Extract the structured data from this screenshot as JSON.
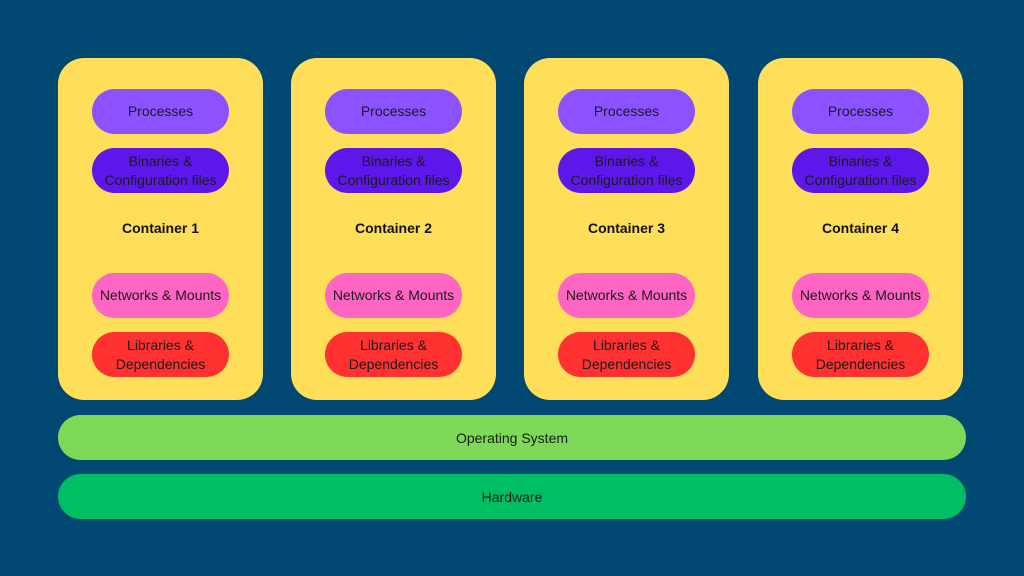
{
  "colors": {
    "background": "#004872",
    "container": "#ffde59",
    "processes": "#8c52ff",
    "binaries": "#5e17eb",
    "networks": "#ff66c4",
    "libraries": "#ff3131",
    "operating_system": "#7ed957",
    "hardware": "#00bf63"
  },
  "containers": [
    {
      "title": "Container 1",
      "processes": "Processes",
      "binaries_line1": "Binaries &",
      "binaries_line2": "Configuration files",
      "networks": "Networks & Mounts",
      "libraries_line1": "Libraries &",
      "libraries_line2": "Dependencies"
    },
    {
      "title": "Container 2",
      "processes": "Processes",
      "binaries_line1": "Binaries &",
      "binaries_line2": "Configuration files",
      "networks": "Networks & Mounts",
      "libraries_line1": "Libraries &",
      "libraries_line2": "Dependencies"
    },
    {
      "title": "Container 3",
      "processes": "Processes",
      "binaries_line1": "Binaries &",
      "binaries_line2": "Configuration files",
      "networks": "Networks & Mounts",
      "libraries_line1": "Libraries &",
      "libraries_line2": "Dependencies"
    },
    {
      "title": "Container 4",
      "processes": "Processes",
      "binaries_line1": "Binaries &",
      "binaries_line2": "Configuration files",
      "networks": "Networks & Mounts",
      "libraries_line1": "Libraries &",
      "libraries_line2": "Dependencies"
    }
  ],
  "layers": {
    "operating_system": "Operating System",
    "hardware": "Hardware"
  }
}
